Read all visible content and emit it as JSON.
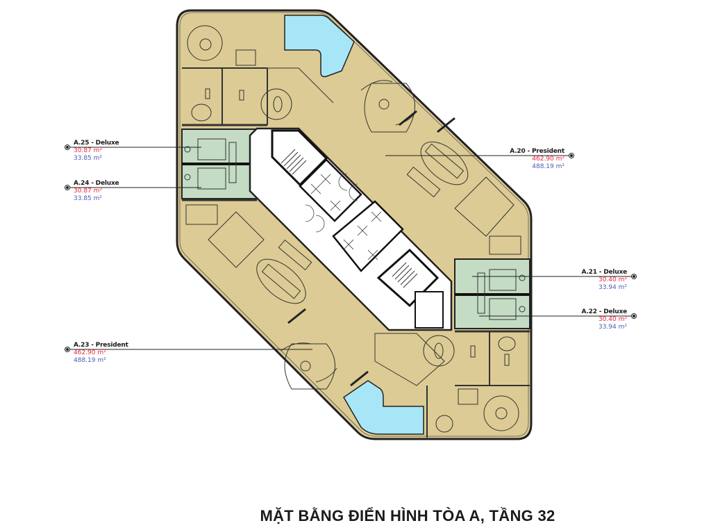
{
  "title": "MẶT BẰNG ĐIỂN HÌNH TÒA A, TẦNG 32",
  "colors": {
    "president_fill": "#dccb94",
    "deluxe_fill": "#c4dcc4",
    "pool_fill": "#a7e6f7",
    "core_fill": "#ffffff",
    "wall": "#222222",
    "net_area_text": "#e8263a",
    "gross_area_text": "#4a5bb3"
  },
  "units": [
    {
      "id": "A.25",
      "name": "A.25 - Deluxe",
      "type": "Deluxe",
      "net_area": "30.87 m²",
      "gross_area": "33.85 m²",
      "side": "left"
    },
    {
      "id": "A.24",
      "name": "A.24 - Deluxe",
      "type": "Deluxe",
      "net_area": "30.87 m²",
      "gross_area": "33.85 m²",
      "side": "left"
    },
    {
      "id": "A.23",
      "name": "A.23 - President",
      "type": "President",
      "net_area": "462.90 m²",
      "gross_area": "488.19 m²",
      "side": "left"
    },
    {
      "id": "A.20",
      "name": "A.20 - President",
      "type": "President",
      "net_area": "462.90 m²",
      "gross_area": "488.19 m²",
      "side": "right"
    },
    {
      "id": "A.21",
      "name": "A.21 - Deluxe",
      "type": "Deluxe",
      "net_area": "30.40 m²",
      "gross_area": "33.94 m²",
      "side": "right"
    },
    {
      "id": "A.22",
      "name": "A.22 - Deluxe",
      "type": "Deluxe",
      "net_area": "30.40 m²",
      "gross_area": "33.94 m²",
      "side": "right"
    }
  ],
  "legend_icons": [
    "target-marker-icon"
  ]
}
